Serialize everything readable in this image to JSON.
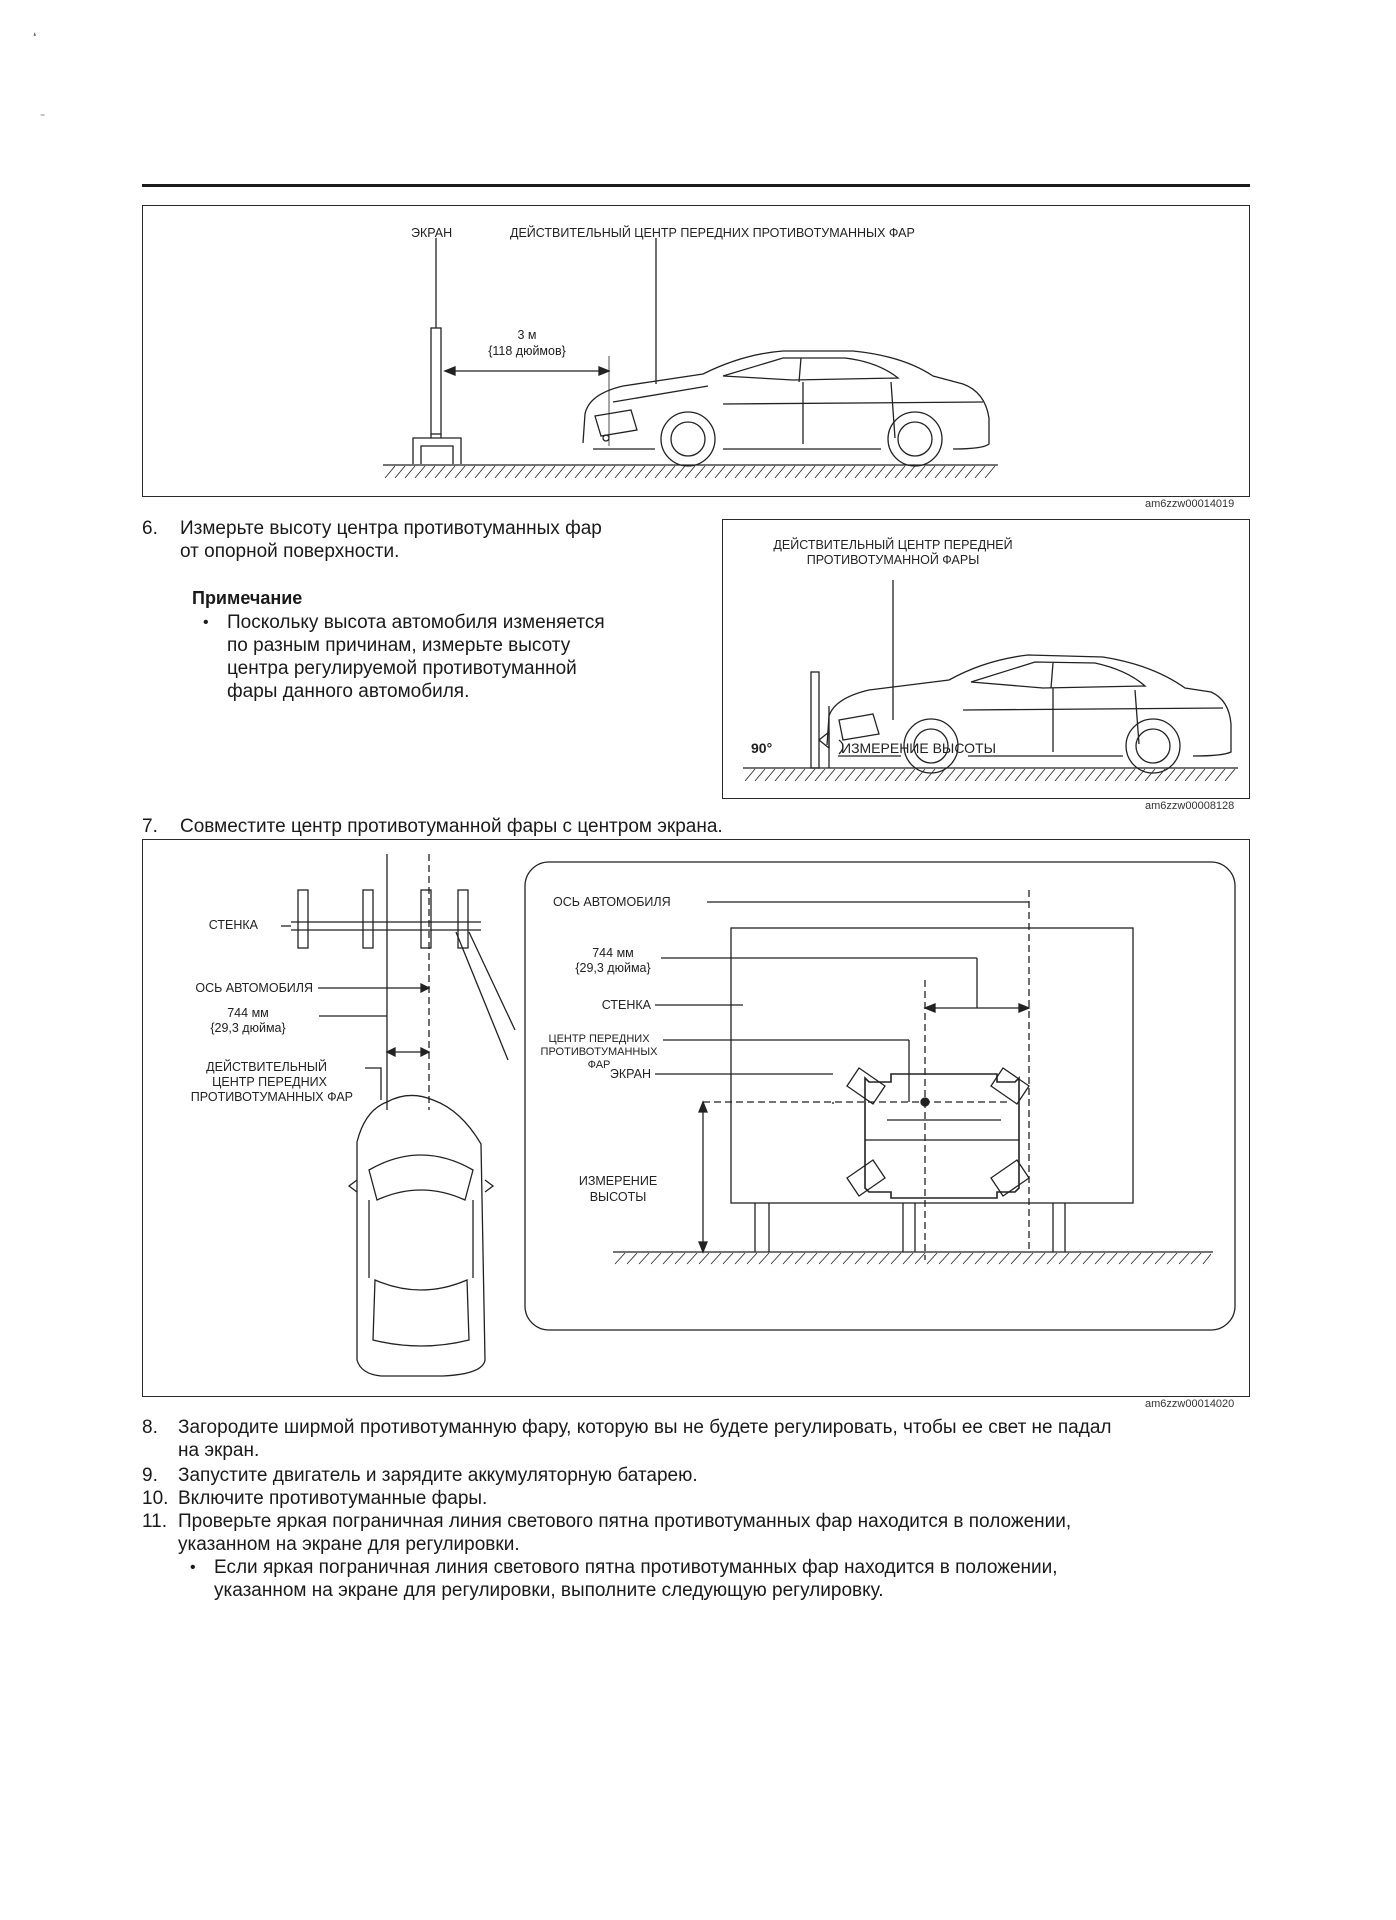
{
  "scan_marks": [
    "❛",
    "⁼"
  ],
  "figure1": {
    "label_screen": "ЭКРАН",
    "label_center": "ДЕЙСТВИТЕЛЬНЫЙ ЦЕНТР ПЕРЕДНИХ ПРОТИВОТУМАННЫХ ФАР",
    "distance_m": "3 м",
    "distance_in": "{118 дюймов}",
    "code": "am6zzw00014019"
  },
  "step6": {
    "number": "6.",
    "line1": "Измерьте высоту центра противотуманных фар",
    "line2": "от опорной поверхности."
  },
  "note": {
    "heading": "Примечание",
    "bullet": "•",
    "lines": [
      "Поскольку высота автомобиля изменяется",
      "по разным причинам, измерьте высоту",
      "центра регулируемой противотуманной",
      "фары данного автомобиля."
    ]
  },
  "figure2": {
    "label_center_1": "ДЕЙСТВИТЕЛЬНЫЙ ЦЕНТР ПЕРЕДНЕЙ",
    "label_center_2": "ПРОТИВОТУМАННОЙ ФАРЫ",
    "label_angle": "90°",
    "label_height": "ИЗМЕРЕНИЕ ВЫСОТЫ",
    "code": "am6zzw00008128"
  },
  "step7": {
    "number": "7.",
    "text": "Совместите центр противотуманной фары с центром экрана."
  },
  "figure3": {
    "left_wall": "СТЕНКА",
    "left_axis": "ОСЬ АВТОМОБИЛЯ",
    "left_dist_mm": "744 мм",
    "left_dist_in": "{29,3 дюйма}",
    "left_center_1": "ДЕЙСТВИТЕЛЬНЫЙ",
    "left_center_2": "ЦЕНТР ПЕРЕДНИХ",
    "left_center_3": "ПРОТИВОТУМАННЫХ ФАР",
    "right_axis": "ОСЬ АВТОМОБИЛЯ",
    "right_dist_mm": "744 мм",
    "right_dist_in": "{29,3 дюйма}",
    "right_wall": "СТЕНКА",
    "right_center_1": "ЦЕНТР ПЕРЕДНИХ",
    "right_center_2": "ПРОТИВОТУМАННЫХ",
    "right_center_3": "ФАР",
    "right_screen": "ЭКРАН",
    "right_height_1": "ИЗМЕРЕНИЕ",
    "right_height_2": "ВЫСОТЫ",
    "code": "am6zzw00014020"
  },
  "steps": [
    {
      "number": "8.",
      "lines": [
        "Загородите ширмой противотуманную фару, которую вы не будете регулировать, чтобы ее свет не падал",
        "на экран."
      ]
    },
    {
      "number": "9.",
      "lines": [
        "Запустите двигатель и зарядите аккумуляторную батарею."
      ]
    },
    {
      "number": "10.",
      "lines": [
        "Включите противотуманные фары."
      ]
    },
    {
      "number": "11.",
      "lines": [
        "Проверьте яркая пограничная линия светового пятна противотуманных фар находится в положении,",
        "указанном на экране для регулировки."
      ]
    }
  ],
  "step11_bullet": {
    "dot": "•",
    "lines": [
      "Если яркая пограничная линия светового пятна противотуманных фар находится в положении,",
      "указанном на экране для регулировки, выполните следующую регулировку."
    ]
  }
}
